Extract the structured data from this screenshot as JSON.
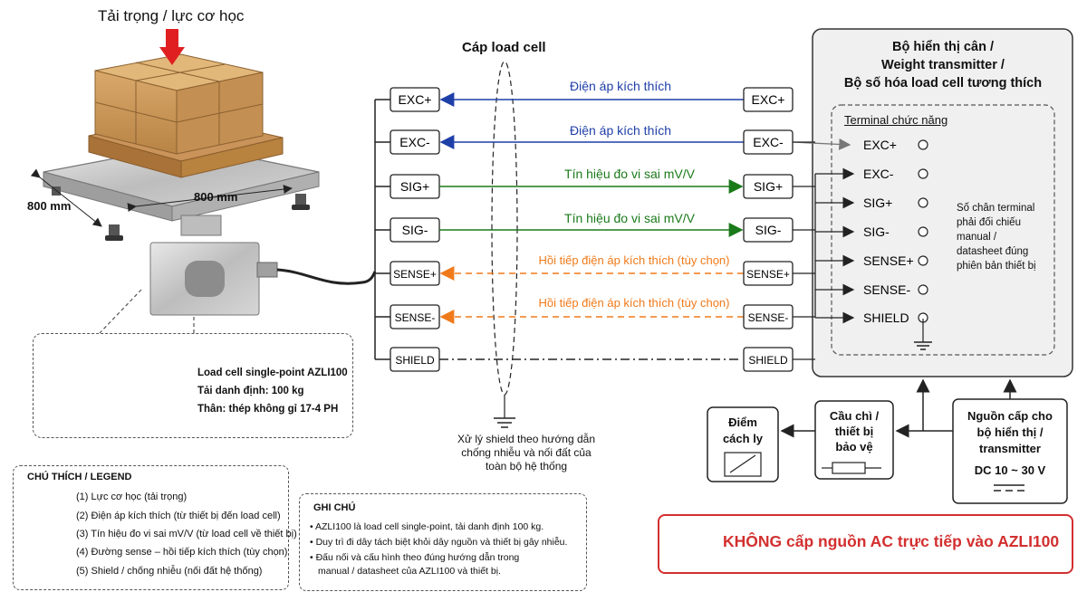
{
  "load_label": "Tải trọng / lực cơ học",
  "dim_side": "800 mm",
  "dim_front": "800 mm",
  "cable_title": "Cáp load cell",
  "cable_terminals": [
    "EXC+",
    "EXC-",
    "SIG+",
    "SIG-",
    "SENSE+",
    "SENSE-",
    "SHIELD"
  ],
  "device_terminals": [
    "EXC+",
    "EXC-",
    "SIG+",
    "SIG-",
    "SENSE+",
    "SENSE-",
    "SHIELD"
  ],
  "wire_labels": {
    "exc_plus": "Điện áp kích thích",
    "exc_minus": "Điện áp kích thích",
    "sig_plus": "Tín hiệu đo vi sai mV/V",
    "sig_minus": "Tín hiệu đo vi sai mV/V",
    "sense_plus": "Hồi tiếp điện áp kích thích (tùy chọn)",
    "sense_minus": "Hồi tiếp điện áp kích thích (tùy chọn)"
  },
  "shield_note": [
    "Xử lý shield theo hướng dẫn",
    "chống nhiễu và nối đất của",
    "toàn bộ hệ thống"
  ],
  "device": {
    "title": [
      "Bộ hiển thị cân /",
      "Weight transmitter /",
      "Bộ số hóa load cell tương thích"
    ],
    "terminal_header": "Terminal chức năng",
    "terminals": [
      "EXC+",
      "EXC-",
      "SIG+",
      "SIG-",
      "SENSE+",
      "SENSE-",
      "SHIELD"
    ],
    "side_note": [
      "Số chân terminal",
      "phải đối chiếu",
      "manual /",
      "datasheet đúng",
      "phiên bản thiết bị"
    ]
  },
  "load_cell": {
    "model": "Load cell single-point AZLI100",
    "capacity": "Tải danh định: 100 kg",
    "body": "Thân: thép không gỉ 17-4 PH"
  },
  "isolation": [
    "Điểm",
    "cách ly"
  ],
  "fuse": [
    "Cầu chì /",
    "thiết bị",
    "bảo vệ"
  ],
  "power": {
    "label": [
      "Nguồn cấp cho",
      "bộ hiển thị /",
      "transmitter"
    ],
    "voltage": "DC 10 ~ 30 V"
  },
  "legend": {
    "title": "CHÚ THÍCH /  LEGEND",
    "items": [
      {
        "text": "(1)  Lực cơ học (tải trọng)",
        "color": "#e02020",
        "style": "solid"
      },
      {
        "text": "(2)  Điện áp kích thích (từ thiết bị đến load cell)",
        "color": "#1f3fa8",
        "style": "solid"
      },
      {
        "text": "(3)  Tín hiệu đo vi sai mV/V (từ load cell về thiết bị)",
        "color": "#1a7a1a",
        "style": "solid"
      },
      {
        "text": "(4)  Đường sense – hồi tiếp kích thích (tùy chọn)",
        "color": "#f07a1a",
        "style": "dashed"
      },
      {
        "text": "(5)  Shield / chống nhiễu (nối đất hệ thống)",
        "color": "#111111",
        "style": "dashdot"
      }
    ]
  },
  "notes": {
    "title": "GHI CHÚ",
    "items": [
      "AZLI100 là load cell single-point, tải danh định 100 kg.",
      "Duy trì đi dây tách biệt khỏi dây nguồn và thiết bị gây nhiễu.",
      "Đấu nối và cấu hình theo đúng hướng dẫn trong"
    ],
    "continuation": "manual / datasheet của AZLI100 và thiết bị."
  },
  "warning": "KHÔNG cấp nguồn AC trực tiếp vào AZLI100",
  "colors": {
    "red": "#e02020",
    "blue": "#1f3fa8",
    "green": "#1a7a1a",
    "orange": "#f07a1a",
    "warn": "#d32f2f",
    "panel": "#f0f0f0"
  }
}
